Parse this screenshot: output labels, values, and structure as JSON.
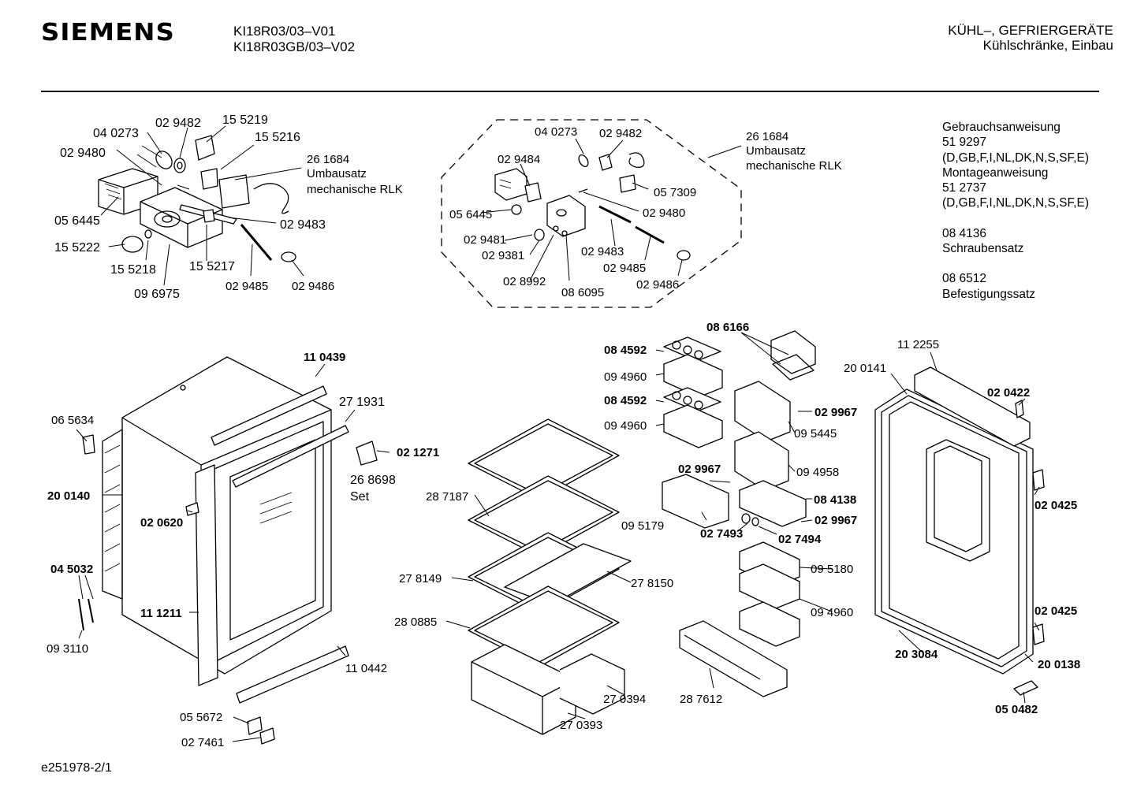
{
  "header": {
    "brand": "SIEMENS",
    "models": [
      "KI18R03/03–V01",
      "KI18R03GB/03–V02"
    ],
    "category": "KÜHL–, GEFRIERGERÄTE",
    "subcategory": "Kühlschränke, Einbau"
  },
  "documents": [
    {
      "label": "Gebrauchsanweisung",
      "number": "51 9297",
      "languages": "(D,GB,F,I,NL,DK,N,S,SF,E)"
    },
    {
      "label": "Montageanweisung",
      "number": "51 2737",
      "languages": "(D,GB,F,I,NL,DK,N,S,SF,E)"
    },
    {
      "number": "08 4136",
      "label": "Schraubensatz"
    },
    {
      "number": "08 6512",
      "label": "Befestigungssatz"
    }
  ],
  "labels": {
    "thermostat_left": [
      "04 0273",
      "02 9482",
      "15 5219",
      "15 5216",
      "02 9480",
      "26 1684",
      "Umbausatz",
      "mechanische RLK",
      "05 6445",
      "02 9483",
      "15 5222",
      "15 5218",
      "15 5217",
      "09 6975",
      "02 9485",
      "02 9486"
    ],
    "thermostat_kit": [
      "04 0273",
      "02 9482",
      "02 9484",
      "26 1684",
      "Umbausatz",
      "mechanische RLK",
      "05 7309",
      "05 6445",
      "02 9480",
      "02 9481",
      "02 9381",
      "02 9483",
      "02 9485",
      "02 8992",
      "08 6095",
      "02 9486"
    ],
    "cabinet": [
      "11 0439",
      "27 1931",
      "06 5634",
      "02 1271",
      "26 8698",
      "Set",
      "20 0140",
      "02 0620",
      "04 5032",
      "11 1211",
      "09 3110",
      "11 0442",
      "05 5672",
      "02 7461"
    ],
    "shelves": [
      "28 7187",
      "27 8149",
      "27 8150",
      "28 0885",
      "27 0394",
      "27 0393"
    ],
    "door_shelves": [
      "08 6166",
      "08 4592",
      "09 4960",
      "08 4592",
      "09 4960",
      "02 9967",
      "09 5445",
      "02 9967",
      "09 4958",
      "08 4138",
      "09 5179",
      "02 7493",
      "02 7494",
      "02 9967",
      "09 5180",
      "09 4960",
      "28 7612"
    ],
    "door": [
      "11 2255",
      "20 0141",
      "02 0422",
      "02 0425",
      "02 0425",
      "20 3084",
      "20 0138",
      "05 0482"
    ]
  },
  "footer": "e251978-2/1"
}
